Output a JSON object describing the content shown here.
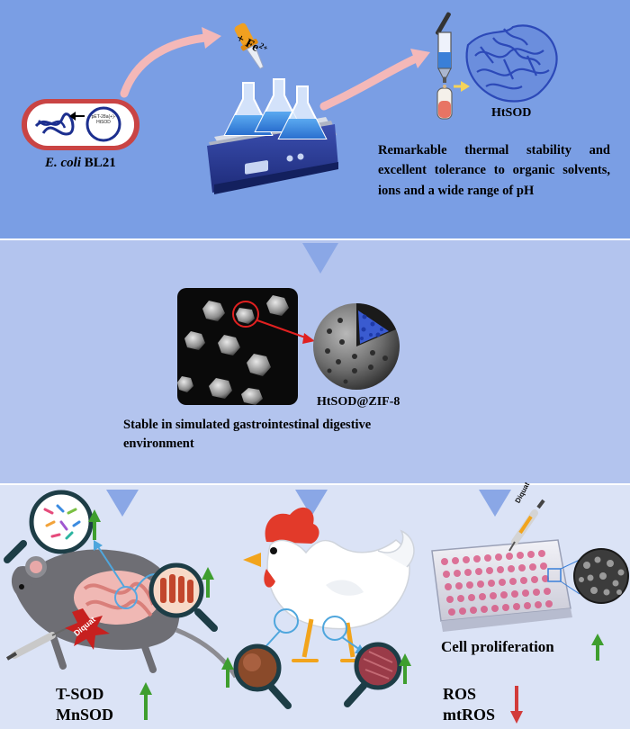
{
  "panel1": {
    "host_strain_italic": "E. coli",
    "host_strain_suffix": "BL21",
    "plasmid_label": "pET-28a(+)-HtSOD",
    "ion_label": "+ Fe",
    "ion_charge": "2+",
    "enzyme_label": "HtSOD",
    "stability_text": "Remarkable thermal stability and excellent tolerance to organic solvents, ions and a wide range of pH"
  },
  "panel2": {
    "composite_label": "HtSOD@ZIF-8",
    "gi_text": "Stable in simulated gastrointestinal digestive environment"
  },
  "panel3": {
    "mouse_diquat_label": "Diquat",
    "syringe_diquat_label": "Diquat",
    "mouse_markers": [
      "T-SOD",
      "MnSOD"
    ],
    "cell_outcome": "Cell proliferation",
    "cell_markers": [
      "ROS",
      "mtROS"
    ]
  },
  "colors": {
    "panel1_bg": "#7a9ee4",
    "panel2_bg": "#b3c4ee",
    "panel3_bg": "#dbe3f6",
    "increase_arrow": "#3e9e2e",
    "decrease_arrow": "#d23b3b",
    "flow_arrow": "#f4b8b8",
    "down_arrow": "#8aa7e6",
    "enzyme_blue": "#2c49b8"
  }
}
